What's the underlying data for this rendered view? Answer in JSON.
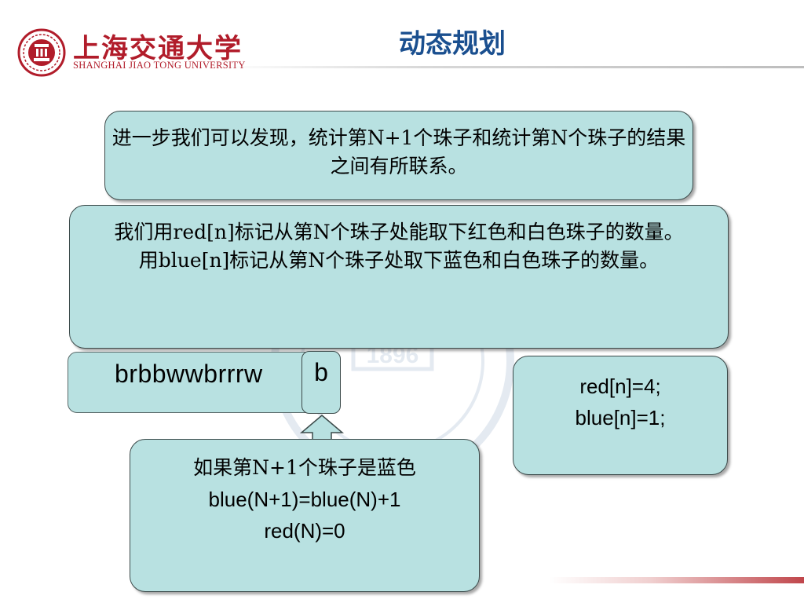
{
  "header": {
    "logo_cn": "上海交通大学",
    "logo_en": "SHANGHAI JIAO TONG UNIVERSITY",
    "seal_year": "1896",
    "title": "动态规划"
  },
  "boxes": {
    "intro": "进一步我们可以发现，统计第N+1个珠子和统计第N个珠子的结果之间有所联系。",
    "definition_line1": "我们用red[n]标记从第N个珠子处能取下红色和白色珠子的数量。",
    "definition_line2": "用blue[n]标记从第N个珠子处取下蓝色和白色珠子的数量。",
    "bead_string": "brbbwwbrrrw",
    "current_bead": "b",
    "values_line1": "red[n]=4;",
    "values_line2": "blue[n]=1;",
    "rule_line1": "如果第N+1个珠子是蓝色",
    "rule_line2": "blue(N+1)=blue(N)+1",
    "rule_line3": "red(N)=0"
  },
  "colors": {
    "brand_red": "#b11c2a",
    "title_blue": "#1a4f8f",
    "box_fill": "#b8e1e1"
  },
  "icons": [
    "university-seal-icon",
    "up-arrow-icon"
  ]
}
